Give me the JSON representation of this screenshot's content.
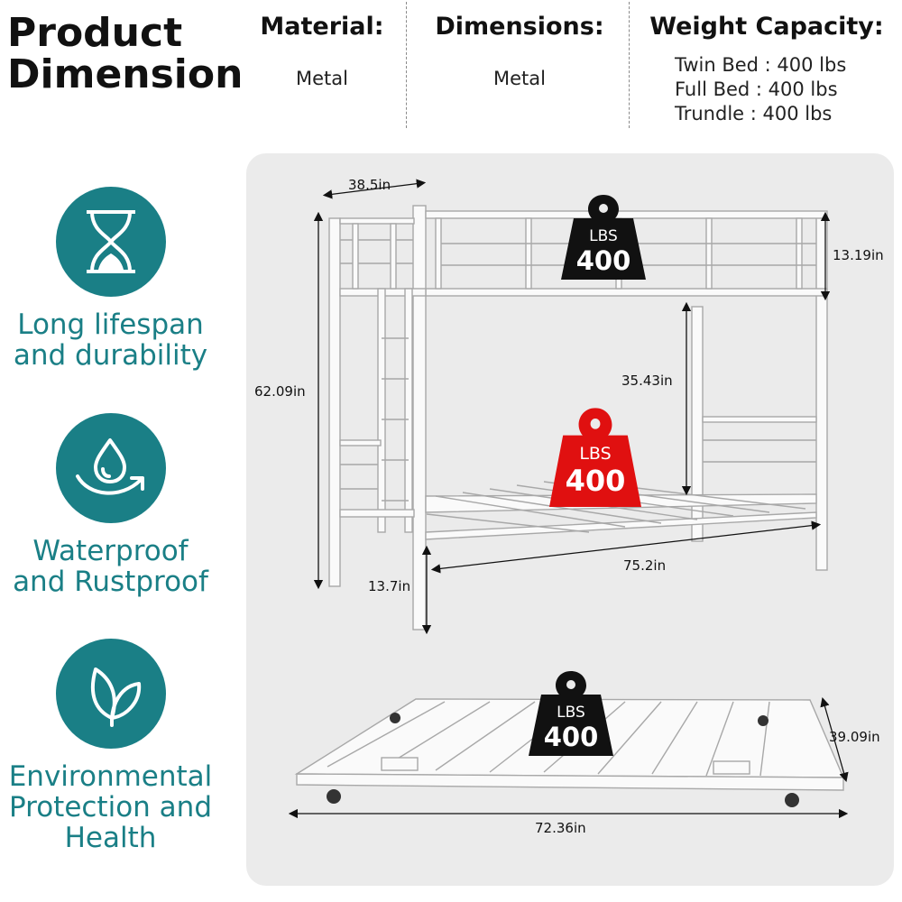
{
  "header": {
    "title_line1": "Product",
    "title_line2": "Dimension",
    "material_label": "Material:",
    "material_value": "Metal",
    "dimensions_label": "Dimensions:",
    "dimensions_value": "Metal",
    "weight_label": "Weight Capacity:",
    "weight_lines": [
      "Twin Bed : 400 lbs",
      "Full Bed : 400 lbs",
      "Trundle : 400 lbs"
    ]
  },
  "features": [
    {
      "icon": "hourglass-icon",
      "lines": [
        "Long lifespan",
        "and durability"
      ]
    },
    {
      "icon": "water-drop-icon",
      "lines": [
        "Waterproof",
        "and Rustproof"
      ]
    },
    {
      "icon": "leaf-icon",
      "lines": [
        "Environmental",
        "Protection and",
        "Health"
      ]
    }
  ],
  "dimensions": {
    "width_top": "38.5in",
    "rail_height": "13.19in",
    "total_height": "62.09in",
    "gap_height": "35.43in",
    "length": "75.2in",
    "bottom_clearance": "13.7in",
    "trundle_width": "39.09in",
    "trundle_length": "72.36in"
  },
  "weights": [
    {
      "lbs_label": "LBS",
      "value": "400",
      "color": "#111111"
    },
    {
      "lbs_label": "LBS",
      "value": "400",
      "color": "#e01010"
    },
    {
      "lbs_label": "LBS",
      "value": "400",
      "color": "#111111"
    }
  ],
  "colors": {
    "accent": "#1a7f86",
    "panel": "#ebebeb",
    "red_weight": "#e01010"
  }
}
